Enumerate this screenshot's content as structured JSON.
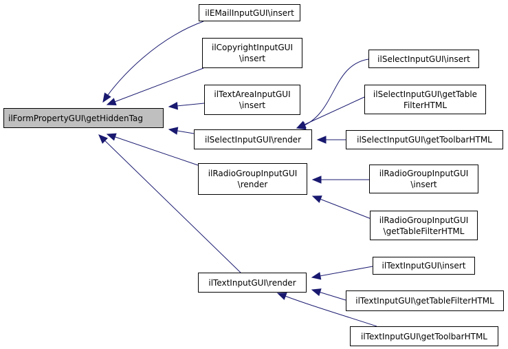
{
  "graph": {
    "colors": {
      "edge": "#191970",
      "root_fill": "#bfbfbf",
      "node_fill": "#ffffff",
      "border": "#000000"
    },
    "nodes": [
      {
        "id": "root",
        "lines": [
          "ilFormPropertyGUI\\getHiddenTag"
        ]
      },
      {
        "id": "email_insert",
        "lines": [
          "ilEMailInputGUI\\insert"
        ]
      },
      {
        "id": "copyright_insert",
        "lines": [
          "ilCopyrightInputGUI",
          "\\insert"
        ]
      },
      {
        "id": "textarea_insert",
        "lines": [
          "ilTextAreaInputGUI",
          "\\insert"
        ]
      },
      {
        "id": "select_render",
        "lines": [
          "ilSelectInputGUI\\render"
        ]
      },
      {
        "id": "radio_render",
        "lines": [
          "ilRadioGroupInputGUI",
          "\\render"
        ]
      },
      {
        "id": "text_render",
        "lines": [
          "ilTextInputGUI\\render"
        ]
      },
      {
        "id": "select_insert",
        "lines": [
          "ilSelectInputGUI\\insert"
        ]
      },
      {
        "id": "select_table",
        "lines": [
          "ilSelectInputGUI\\getTable",
          "FilterHTML"
        ]
      },
      {
        "id": "select_toolbar",
        "lines": [
          "ilSelectInputGUI\\getToolbarHTML"
        ]
      },
      {
        "id": "radio_insert",
        "lines": [
          "ilRadioGroupInputGUI",
          "\\insert"
        ]
      },
      {
        "id": "radio_table",
        "lines": [
          "ilRadioGroupInputGUI",
          "\\getTableFilterHTML"
        ]
      },
      {
        "id": "text_insert",
        "lines": [
          "ilTextInputGUI\\insert"
        ]
      },
      {
        "id": "text_table",
        "lines": [
          "ilTextInputGUI\\getTableFilterHTML"
        ]
      },
      {
        "id": "text_toolbar",
        "lines": [
          "ilTextInputGUI\\getToolbarHTML"
        ]
      }
    ],
    "edges": [
      {
        "from": "email_insert",
        "to": "root"
      },
      {
        "from": "copyright_insert",
        "to": "root"
      },
      {
        "from": "textarea_insert",
        "to": "root"
      },
      {
        "from": "select_render",
        "to": "root"
      },
      {
        "from": "radio_render",
        "to": "root"
      },
      {
        "from": "text_render",
        "to": "root"
      },
      {
        "from": "select_insert",
        "to": "select_render"
      },
      {
        "from": "select_table",
        "to": "select_render"
      },
      {
        "from": "select_toolbar",
        "to": "select_render"
      },
      {
        "from": "radio_insert",
        "to": "radio_render"
      },
      {
        "from": "radio_table",
        "to": "radio_render"
      },
      {
        "from": "text_insert",
        "to": "text_render"
      },
      {
        "from": "text_table",
        "to": "text_render"
      },
      {
        "from": "text_toolbar",
        "to": "text_render"
      }
    ]
  }
}
